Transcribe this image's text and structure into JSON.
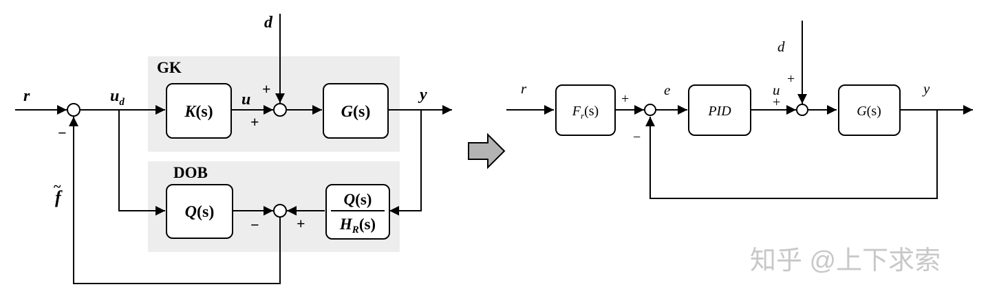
{
  "left_diagram": {
    "signals": {
      "r": "r",
      "ud_main": "u",
      "ud_sub": "d",
      "u": "u",
      "d": "d",
      "y": "y",
      "f_tilde": "f"
    },
    "groups": {
      "gk": "GK",
      "dob": "DOB"
    },
    "blocks": {
      "k": {
        "name": "K",
        "arg": "(s)"
      },
      "g": {
        "name": "G",
        "arg": "(s)"
      },
      "q": {
        "name": "Q",
        "arg": "(s)"
      },
      "q_over_hr": {
        "num_name": "Q",
        "num_arg": "(s)",
        "den_name": "H",
        "den_sub": "R",
        "den_arg": "(s)"
      }
    },
    "signs": {
      "fb_minus": "−",
      "d_plus": "+",
      "u_plus": "+",
      "q_minus": "−",
      "qhr_plus": "+"
    }
  },
  "arrow_icon": "right-arrow",
  "right_diagram": {
    "signals": {
      "r": "r",
      "e": "e",
      "u": "u",
      "d": "d",
      "y": "y"
    },
    "blocks": {
      "fr": {
        "name": "F",
        "sub": "r",
        "arg": "(s)"
      },
      "pid": "PID",
      "g": {
        "name": "G",
        "arg": "(s)"
      }
    },
    "signs": {
      "fr_plus": "+",
      "fb_minus": "−",
      "d_plus": "+",
      "u_plus": "+"
    }
  },
  "watermark": "知乎 @上下求索",
  "colors": {
    "group_bg": "#ededed",
    "arrow_fill": "#b3b3b3"
  }
}
